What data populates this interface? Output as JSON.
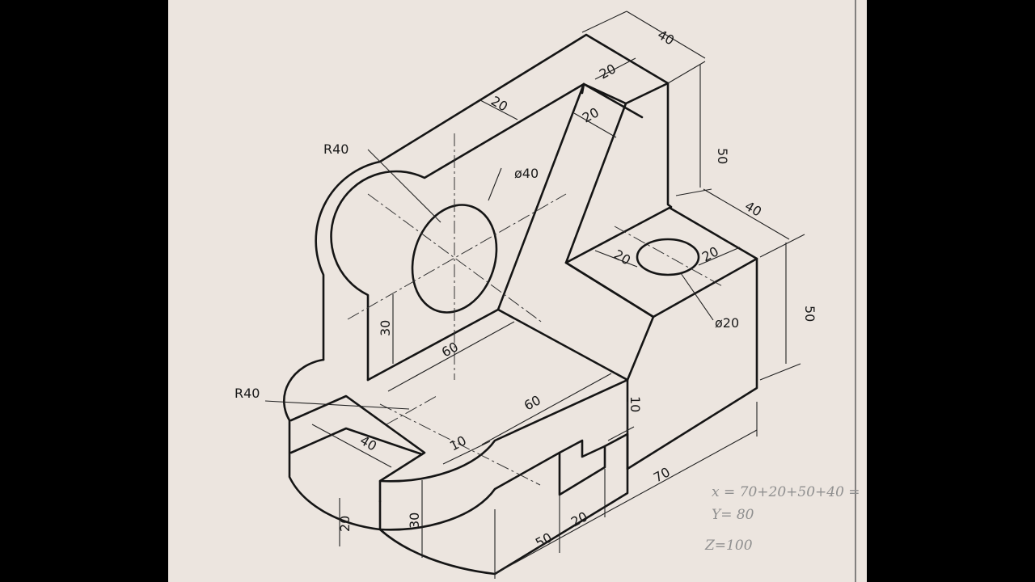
{
  "colors": {
    "paper": "#ece5df",
    "ink": "#151515",
    "pencil": "#8f8f8f",
    "background": "#000000"
  },
  "dimensions": [
    {
      "id": "d40_top",
      "text": "40"
    },
    {
      "id": "d20_top_a",
      "text": "20"
    },
    {
      "id": "d20_top_b",
      "text": "20"
    },
    {
      "id": "d20_web",
      "text": "20"
    },
    {
      "id": "d50_upper",
      "text": "50"
    },
    {
      "id": "r40_upper",
      "text": "R40"
    },
    {
      "id": "dia40",
      "text": "ø40"
    },
    {
      "id": "d40_right",
      "text": "40"
    },
    {
      "id": "d20_hole_l",
      "text": "20"
    },
    {
      "id": "d20_hole_r",
      "text": "20"
    },
    {
      "id": "dia20",
      "text": "ø20"
    },
    {
      "id": "d50_right",
      "text": "50"
    },
    {
      "id": "d30_wall",
      "text": "30"
    },
    {
      "id": "d60_upper",
      "text": "60"
    },
    {
      "id": "d60_lower",
      "text": "60"
    },
    {
      "id": "r40_lower",
      "text": "R40"
    },
    {
      "id": "d40_slot",
      "text": "40"
    },
    {
      "id": "d10_slot",
      "text": "10"
    },
    {
      "id": "d10_step",
      "text": "10"
    },
    {
      "id": "d70_base",
      "text": "70"
    },
    {
      "id": "d20_base_h",
      "text": "20"
    },
    {
      "id": "d30_base_h",
      "text": "30"
    },
    {
      "id": "d50_base",
      "text": "50"
    },
    {
      "id": "d20_base",
      "text": "20"
    }
  ],
  "notes": {
    "x": "x = 70+20+50+40 =",
    "y": "Y= 80",
    "z": "Z=100"
  }
}
